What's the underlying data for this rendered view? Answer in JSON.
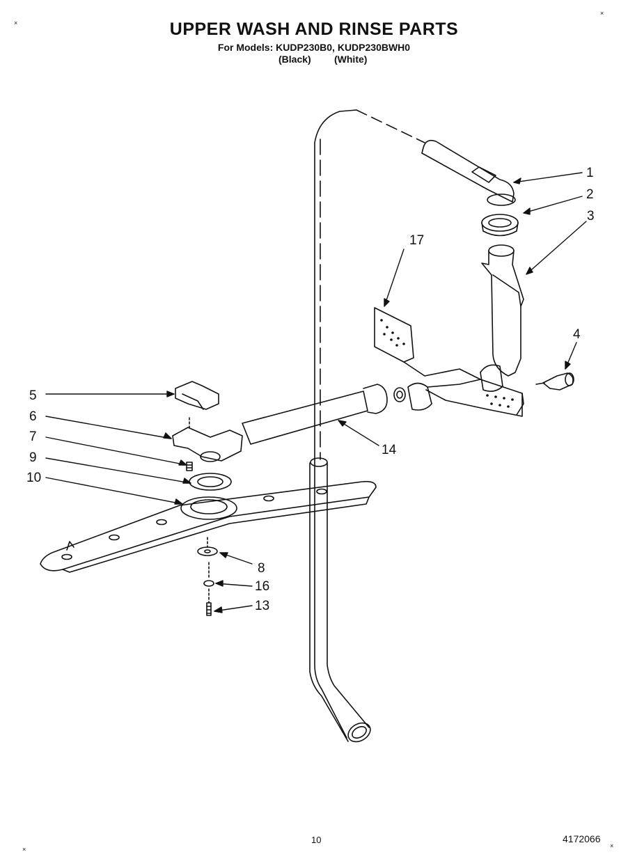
{
  "header": {
    "title": "UPPER WASH AND RINSE PARTS",
    "subtitle": "For Models: KUDP230B0, KUDP230BWH0",
    "finish_black": "(Black)",
    "finish_white": "(White)"
  },
  "footer": {
    "page_number": "10",
    "document_number": "4172066"
  },
  "callouts": [
    "1",
    "2",
    "3",
    "4",
    "5",
    "6",
    "7",
    "9",
    "10",
    "14",
    "17",
    "8",
    "16",
    "13"
  ],
  "registration_mark": "×"
}
